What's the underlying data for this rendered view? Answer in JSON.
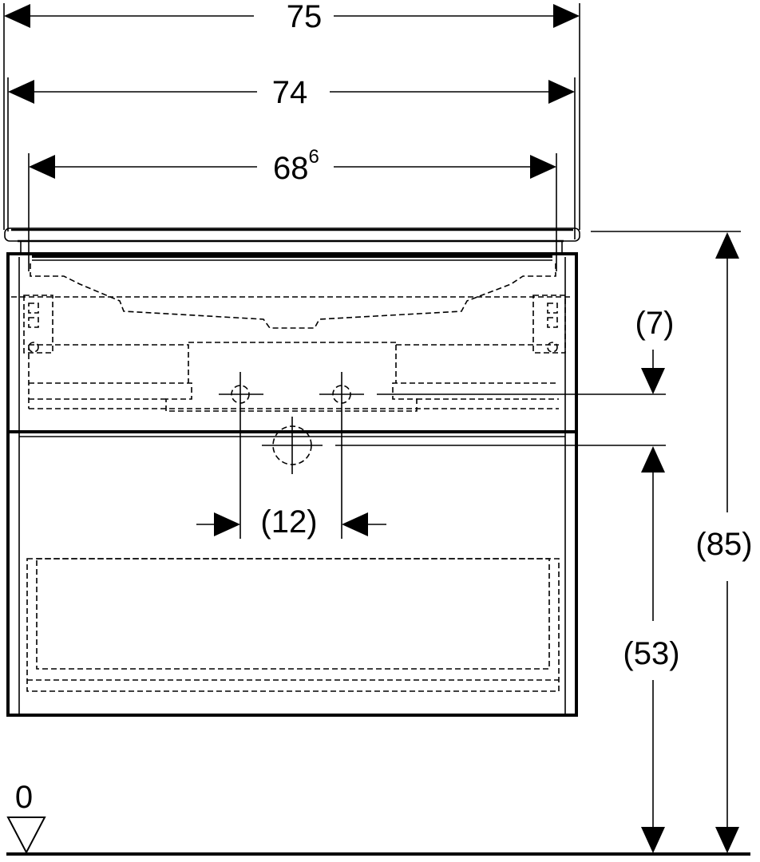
{
  "dimensions": {
    "overall_width": "75",
    "body_width": "74",
    "inner_width_main": "68",
    "inner_width_sup": "6",
    "drain_offset": "(7)",
    "tap_spacing": "(12)",
    "total_height": "(85)",
    "drawer_height": "(53)",
    "floor_level": "0"
  }
}
